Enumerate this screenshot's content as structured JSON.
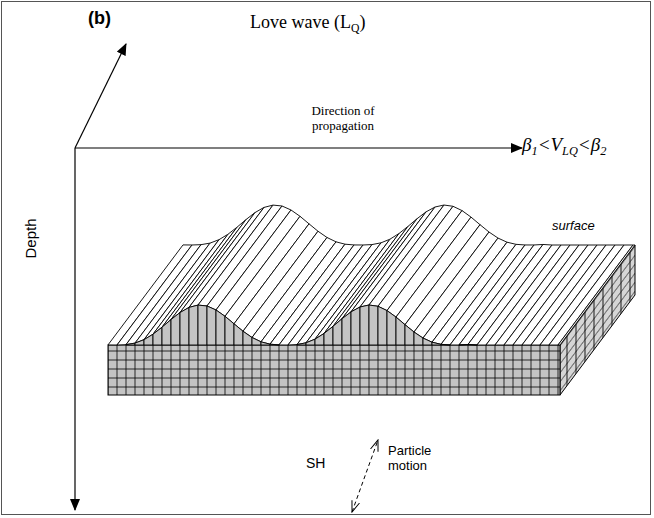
{
  "diagram": {
    "labels": [
      "(b)",
      "Love wave (L",
      "Q",
      ")",
      "Direction of propagation",
      "β",
      "1",
      "<V",
      "LQ",
      "<β",
      "2",
      "surface",
      "Depth",
      "SH",
      "Particle motion"
    ]
  }
}
